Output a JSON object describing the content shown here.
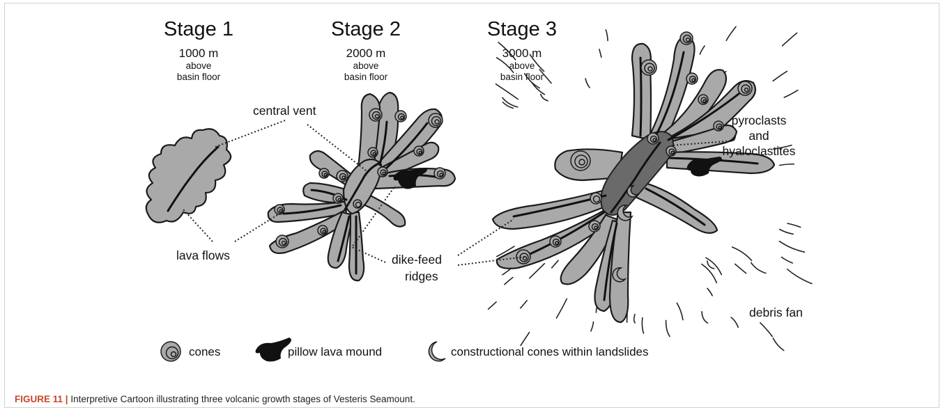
{
  "stages": [
    {
      "title": "Stage 1",
      "elevation": "1000 m",
      "above": "above",
      "basin": "basin floor"
    },
    {
      "title": "Stage 2",
      "elevation": "2000 m",
      "above": "above",
      "basin": "basin floor"
    },
    {
      "title": "Stage 3",
      "elevation": "3000 m",
      "above": "above",
      "basin": "basin floor"
    }
  ],
  "labels": {
    "central_vent": "central vent",
    "lava_flows": "lava flows",
    "dike_feed_1": "dike-feed",
    "dike_feed_2": "ridges",
    "pyroclasts_1": "pyroclasts",
    "pyroclasts_2": "and",
    "pyroclasts_3": "hyaloclastites",
    "debris_fan": "debris fan"
  },
  "legend": {
    "cones": "cones",
    "pillow": "pillow lava mound",
    "landslide_cones": "constructional cones within landslides"
  },
  "caption": {
    "figure_label": "FIGURE 11 |",
    "text": " Interpretive Cartoon illustrating three volcanic growth stages of Vesteris Seamount."
  },
  "colors": {
    "lava_fill": "#a9a9a9",
    "vent_fill": "#6a6a6a",
    "caption_accent": "#c8442a"
  }
}
